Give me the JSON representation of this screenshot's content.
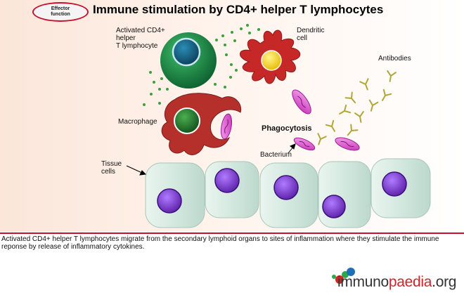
{
  "badge": {
    "line1": "Effector",
    "line2": "function"
  },
  "title": "Immune stimulation by CD4+ helper T lymphocytes",
  "labels": {
    "t_cell": "Activated CD4+\nhelper\nT lymphocyte",
    "dendritic": "Dendritic\ncell",
    "antibodies": "Antibodies",
    "macrophage": "Macrophage",
    "phagocytosis": "Phagocytosis",
    "bacterium": "Bacterium",
    "tissue": "Tissue\ncells"
  },
  "caption": "Activated CD4+ helper T lymphocytes migrate from the secondary lymphoid organs to sites of inflammation where they stimulate the immune reponse by release of inflammatory cytokines.",
  "logo": {
    "part1": "immuno",
    "part2": "paedia",
    "part3": ".org"
  },
  "colors": {
    "t_cell": "#1f8f4a",
    "t_nucleus": "#13698c",
    "dendritic": "#c62828",
    "dendritic_nucleus": "#f7e016",
    "macrophage": "#b5302b",
    "macrophage_nucleus": "#2e7d32",
    "bacterium": "#e14fd2",
    "antibody": "#b1a638",
    "tissue": "#d8ebe3",
    "tissue_nucleus": "#8a3fd6",
    "accent": "#c8102e"
  }
}
